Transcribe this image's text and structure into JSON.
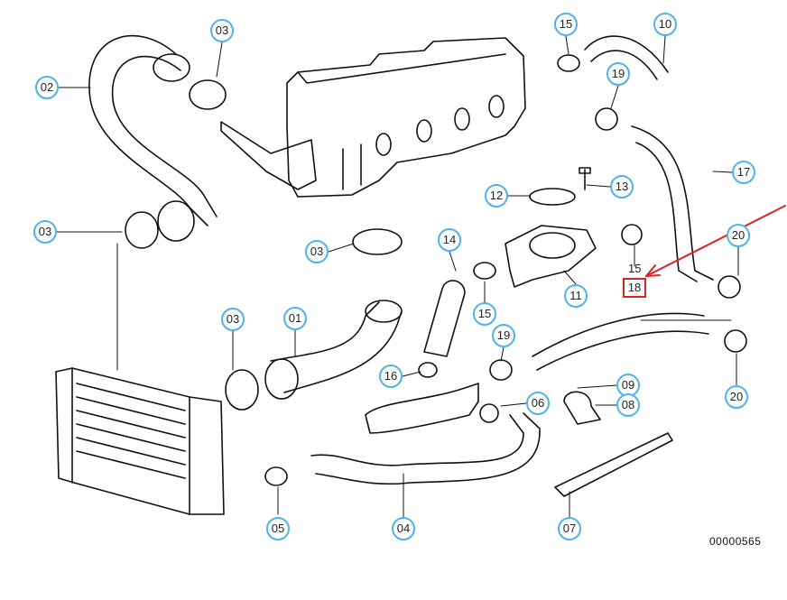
{
  "callouts": [
    {
      "label": "03"
    },
    {
      "label": "02"
    },
    {
      "label": "03"
    },
    {
      "label": "03"
    },
    {
      "label": "01"
    },
    {
      "label": "03"
    },
    {
      "label": "05"
    },
    {
      "label": "04"
    },
    {
      "label": "16"
    },
    {
      "label": "14"
    },
    {
      "label": "15"
    },
    {
      "label": "19"
    },
    {
      "label": "06"
    },
    {
      "label": "12"
    },
    {
      "label": "13"
    },
    {
      "label": "11"
    },
    {
      "label": "15"
    },
    {
      "label": "19"
    },
    {
      "label": "10"
    },
    {
      "label": "17"
    },
    {
      "label": "20"
    },
    {
      "label": "20"
    },
    {
      "label": "09"
    },
    {
      "label": "08"
    },
    {
      "label": "07"
    }
  ],
  "plain_label": "15",
  "highlighted_label": "18",
  "reference_number": "00000565",
  "colors": {
    "callout_border": "#4fb3e8",
    "highlight": "#e02020",
    "line": "#111111"
  }
}
